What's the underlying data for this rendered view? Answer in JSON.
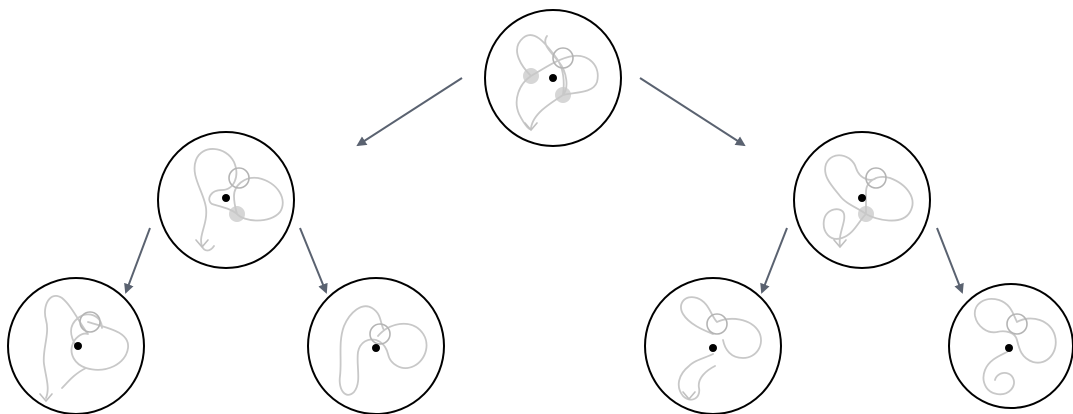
{
  "diagram": {
    "type": "binary-tree",
    "colors": {
      "background": "#ffffff",
      "disc_outline": "#000000",
      "knot_strand": "#c8c8c8",
      "crossing_shade": "#d6d6d6",
      "edge": "#5a6270",
      "center_dot": "#000000"
    },
    "nodes": [
      {
        "id": "root",
        "level": 0,
        "virtual_crossings": 1,
        "shaded_crossings": 2
      },
      {
        "id": "left",
        "level": 1,
        "virtual_crossings": 1,
        "shaded_crossings": 1
      },
      {
        "id": "right",
        "level": 1,
        "virtual_crossings": 1,
        "shaded_crossings": 1
      },
      {
        "id": "left-left",
        "level": 2,
        "virtual_crossings": 1,
        "shaded_crossings": 0
      },
      {
        "id": "left-right",
        "level": 2,
        "virtual_crossings": 1,
        "shaded_crossings": 0
      },
      {
        "id": "right-left",
        "level": 2,
        "virtual_crossings": 1,
        "shaded_crossings": 0
      },
      {
        "id": "right-right",
        "level": 2,
        "virtual_crossings": 1,
        "shaded_crossings": 0
      }
    ],
    "edges": [
      {
        "from": "root",
        "to": "left"
      },
      {
        "from": "root",
        "to": "right"
      },
      {
        "from": "left",
        "to": "left-left"
      },
      {
        "from": "left",
        "to": "left-right"
      },
      {
        "from": "right",
        "to": "right-left"
      },
      {
        "from": "right",
        "to": "right-right"
      }
    ]
  }
}
